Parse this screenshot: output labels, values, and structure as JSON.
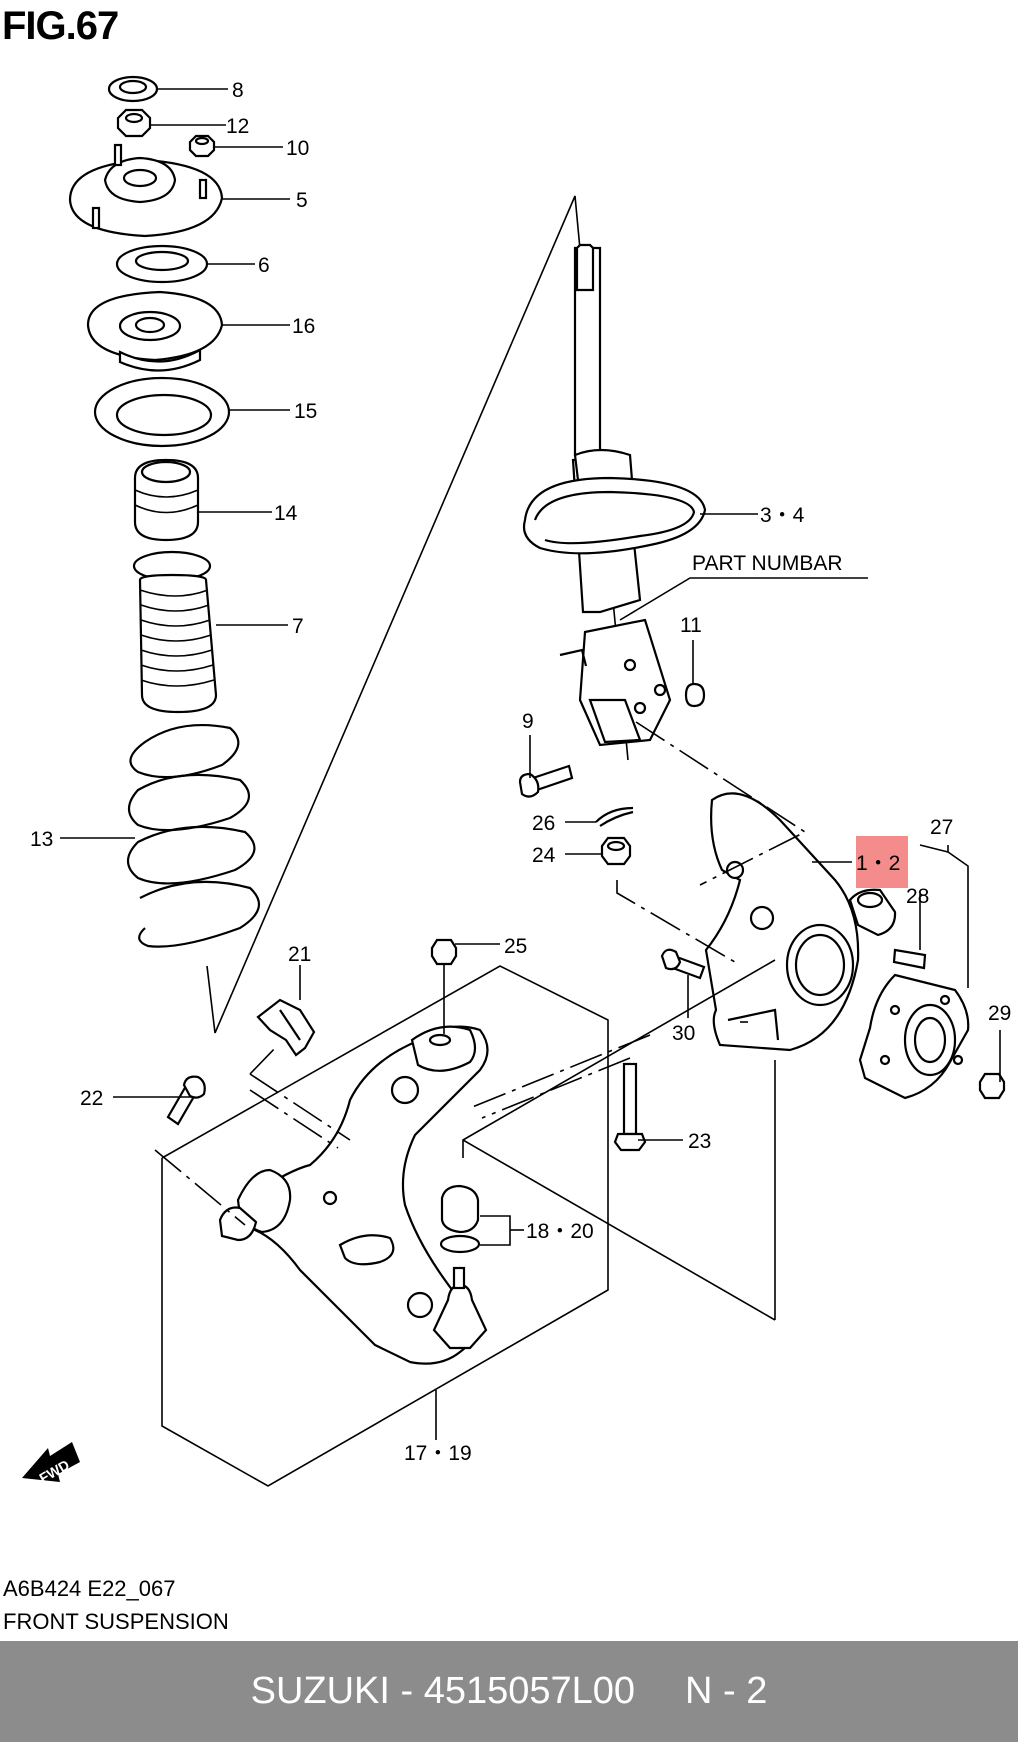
{
  "figure": {
    "title": "FIG.67",
    "code": "A6B424 E22_067",
    "name": "FRONT SUSPENSION",
    "fwd_label": "FWD"
  },
  "callouts": {
    "c8": "8",
    "c12": "12",
    "c10": "10",
    "c5": "5",
    "c6": "6",
    "c16": "16",
    "c15": "15",
    "c14": "14",
    "c7": "7",
    "c13": "13",
    "c34": "3・4",
    "part_numbar": "PART NUMBAR",
    "c11": "11",
    "c9": "9",
    "c26": "26",
    "c24": "24",
    "c12main": "1・2",
    "c27": "27",
    "c28": "28",
    "c29": "29",
    "c30": "30",
    "c21": "21",
    "c25": "25",
    "c22": "22",
    "c23": "23",
    "c1820": "18・20",
    "c1719": "17・19"
  },
  "highlight_color": "#f58c8c",
  "footer": {
    "brand": "SUZUKI - 4515057L00",
    "code": "N - 2"
  }
}
